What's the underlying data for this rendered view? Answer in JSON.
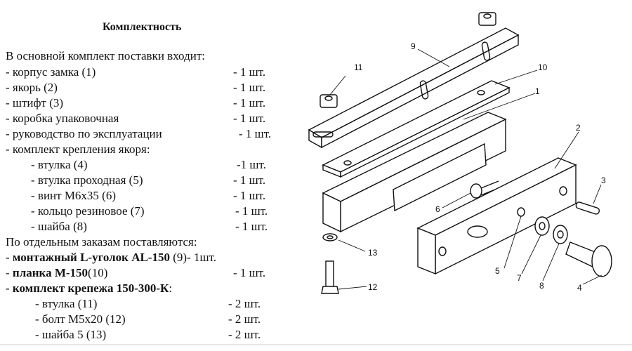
{
  "title": "Комплектность",
  "intro": "В основной комплект поставки входит:",
  "main_items": [
    {
      "name": "- корпус замка (1)",
      "qty": "- 1 шт."
    },
    {
      "name": "- якорь (2)",
      "qty": "- 1 шт."
    },
    {
      "name": "- штифт (3)",
      "qty": "- 1 шт."
    },
    {
      "name": "- коробка упаковочная",
      "qty": "- 1 шт."
    },
    {
      "name": "- руководство по эксплуатации",
      "qty": "- 1 шт."
    },
    {
      "name": "- комплект крепления якоря:",
      "qty": ""
    }
  ],
  "anchor_kit": [
    {
      "name": "- втулка (4)",
      "qty": "-1 шт."
    },
    {
      "name": "- втулка проходная (5)",
      "qty": "- 1 шт."
    },
    {
      "name": "- винт М6х35  (6)",
      "qty": "- 1 шт."
    },
    {
      "name": "- кольцо резиновое (7)",
      "qty": "- 1 шт."
    },
    {
      "name": "- шайба (8)",
      "qty": "- 1 шт."
    }
  ],
  "optional_heading": "По отдельным заказам поставляются:",
  "optional_items": [
    {
      "dash": "- ",
      "bold": "монтажный L-уголок AL-150",
      "rest": " (9)- 1шт.",
      "qty": ""
    },
    {
      "dash": "- ",
      "bold": "планка М-150",
      "rest": "(10)",
      "qty": "- 1 шт."
    },
    {
      "dash": "- ",
      "bold": "комплект крепежа 150-300-К",
      "rest": ":",
      "qty": ""
    }
  ],
  "fastener_kit": [
    {
      "name": "- втулка (11)",
      "qty": "- 2 шт."
    },
    {
      "name": "- болт М5х20 (12)",
      "qty": "- 2 шт."
    },
    {
      "name": "- шайба 5 (13)",
      "qty": "- 2 шт."
    }
  ],
  "diagram_labels": [
    "1",
    "2",
    "3",
    "4",
    "5",
    "6",
    "7",
    "8",
    "9",
    "10",
    "11",
    "12",
    "13"
  ]
}
